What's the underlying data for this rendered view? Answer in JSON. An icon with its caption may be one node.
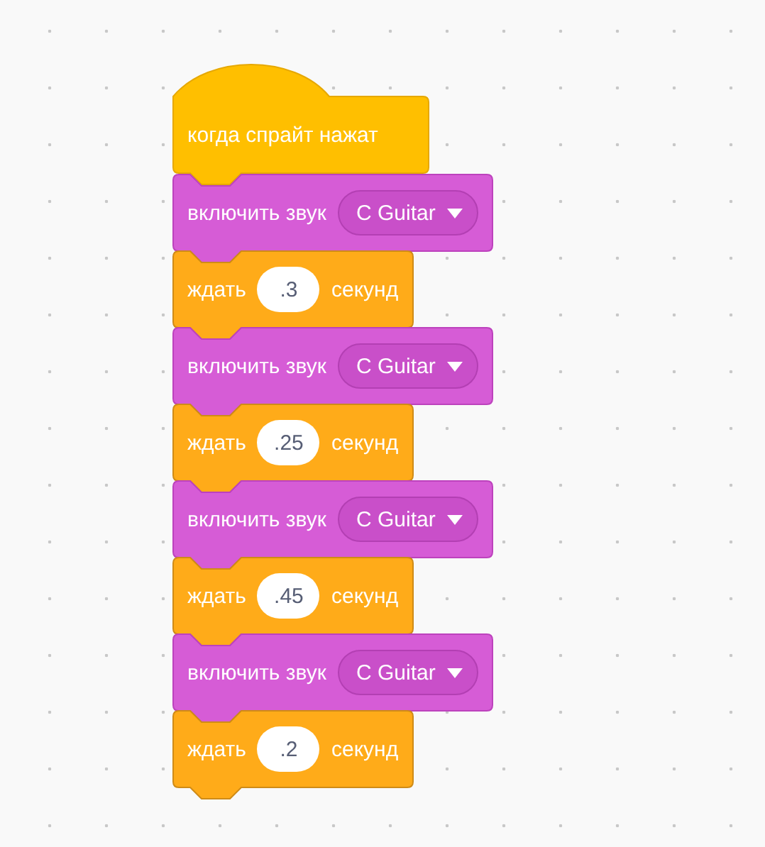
{
  "diagram": {
    "nodes": [
      {
        "text": [
          "когда спрайт нажат"
        ]
      },
      {
        "text": [
          "включить звук"
        ]
      },
      {
        "text": [
          "C Guitar"
        ],
        "in": 1
      },
      {
        "text": [
          "ждать",
          "секунд"
        ]
      },
      {
        "text": [
          ".3"
        ],
        "in": 3
      },
      {
        "text": [
          "включить звук"
        ]
      },
      {
        "text": [
          "C Guitar"
        ],
        "in": 5
      },
      {
        "text": [
          "ждать",
          "секунд"
        ]
      },
      {
        "text": [
          ".25"
        ],
        "in": 7
      },
      {
        "text": [
          "включить звук"
        ]
      },
      {
        "text": [
          "C Guitar"
        ],
        "in": 9
      },
      {
        "text": [
          "ждать",
          "секунд"
        ]
      },
      {
        "text": [
          ".45"
        ],
        "in": 11
      },
      {
        "text": [
          "включить звук"
        ]
      },
      {
        "text": [
          "C Guitar"
        ],
        "in": 13
      },
      {
        "text": [
          "ждать",
          "секунд"
        ]
      },
      {
        "text": [
          ".2"
        ],
        "in": 15
      }
    ]
  }
}
